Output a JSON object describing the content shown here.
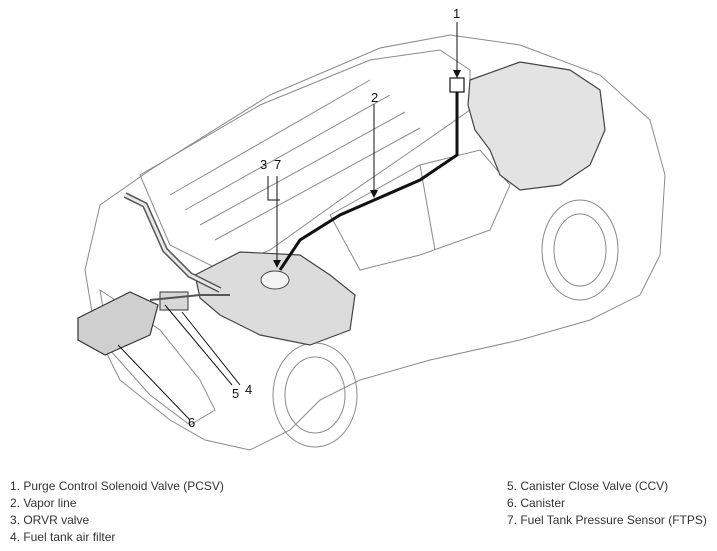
{
  "callouts": {
    "c1": "1",
    "c2": "2",
    "c3": "3",
    "c7": "7",
    "c5": "5",
    "c4": "4",
    "c6": "6"
  },
  "legend": {
    "left": [
      "1. Purge Control Solenoid Valve (PCSV)",
      "2. Vapor line",
      "3. ORVR valve",
      "4. Fuel tank air filter"
    ],
    "right": [
      "5. Canister Close Valve (CCV)",
      "6. Canister",
      "7. Fuel Tank Pressure Sensor (FTPS)"
    ]
  }
}
